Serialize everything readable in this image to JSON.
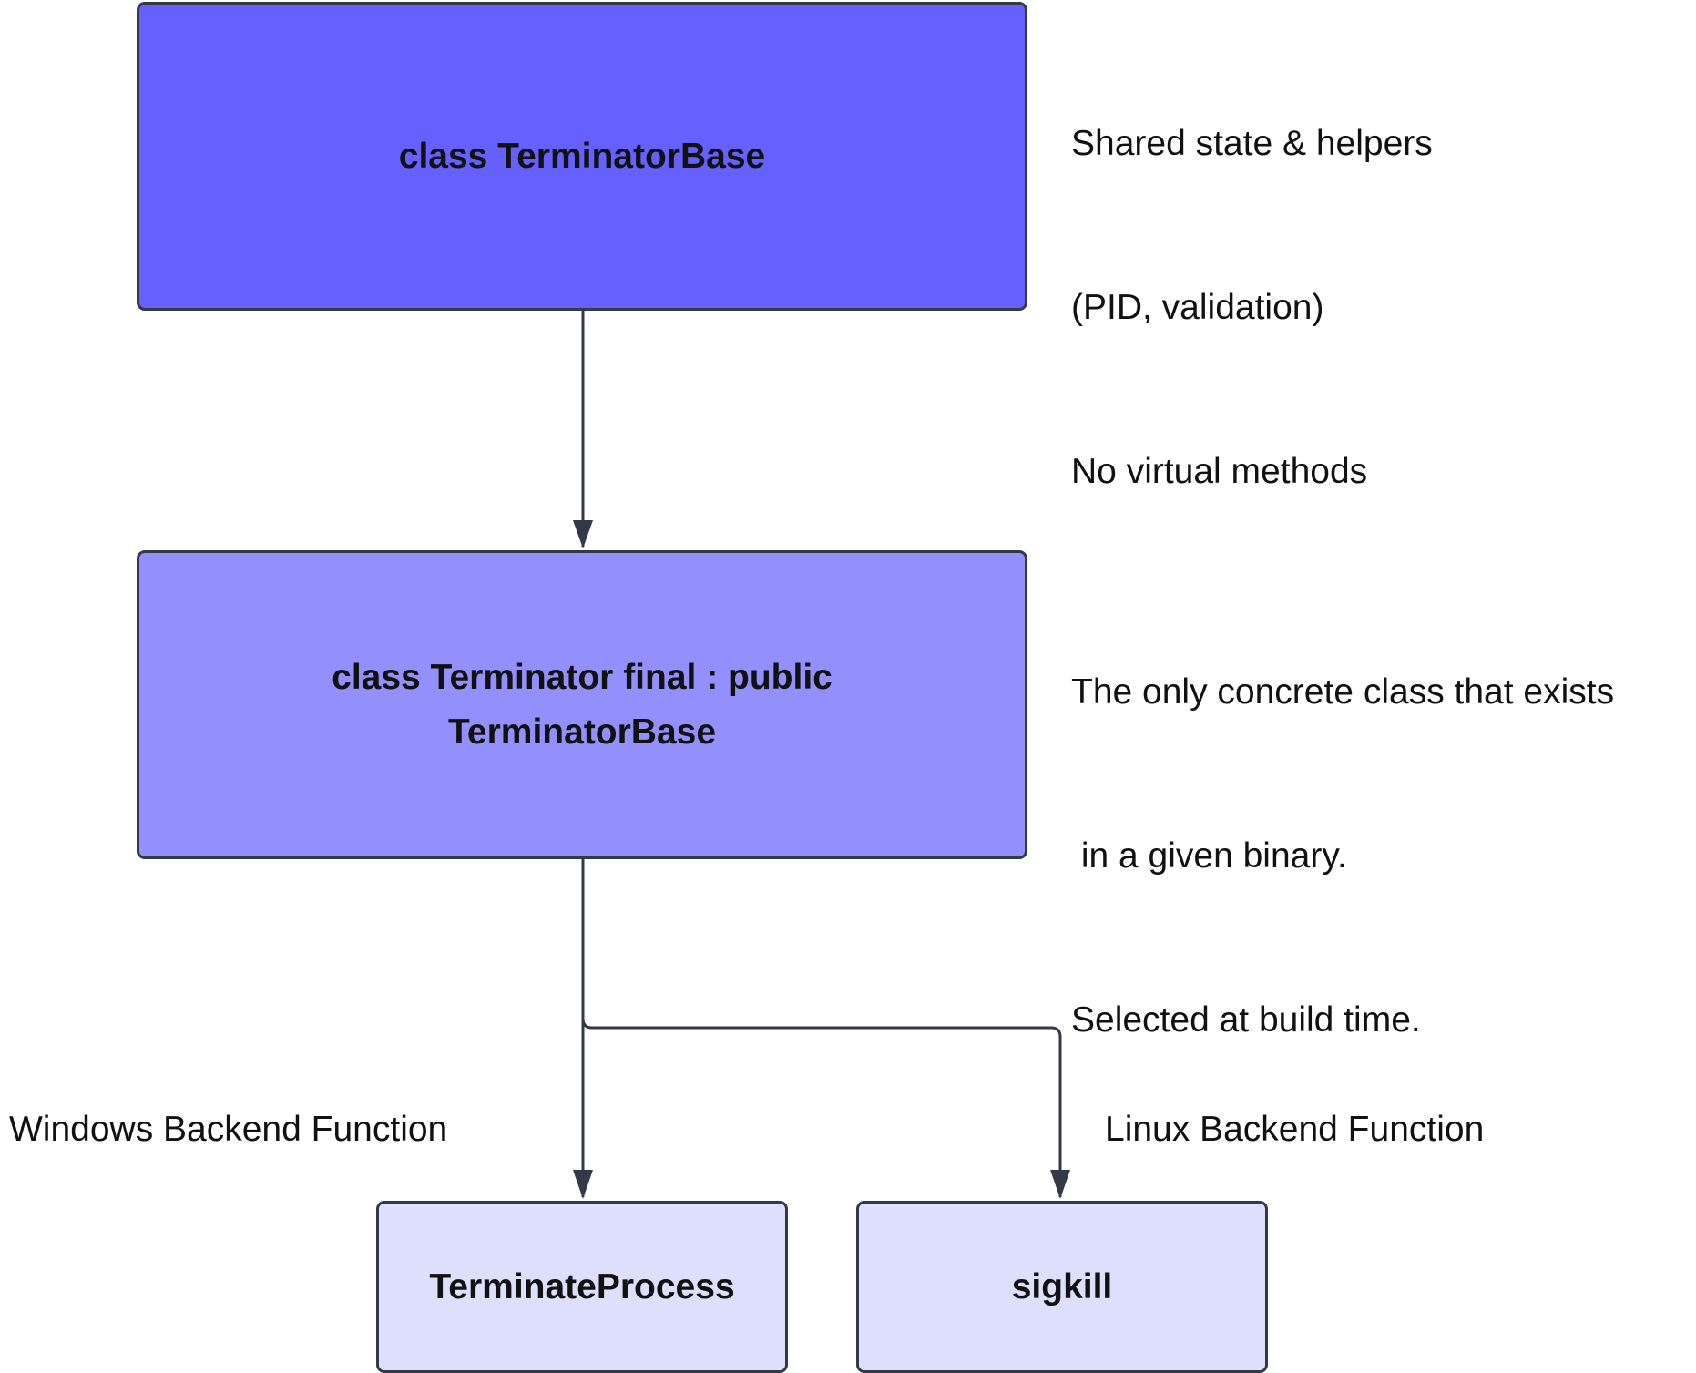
{
  "nodes": {
    "base": {
      "label": "class TerminatorBase",
      "color": "#6660ff"
    },
    "terminator": {
      "label_line1": "class Terminator final : public",
      "label_line2": "TerminatorBase",
      "color": "#938ffd"
    },
    "windows_backend": {
      "label": "TerminateProcess",
      "color": "#dedffc"
    },
    "linux_backend": {
      "label": "sigkill",
      "color": "#dedffc"
    }
  },
  "notes": {
    "base": {
      "line1": "Shared state & helpers",
      "line2": "(PID, validation)",
      "line3": "No virtual methods"
    },
    "terminator": {
      "line1": "The only concrete class that exists",
      "line2": " in a given binary.",
      "line3": "Selected at build time."
    }
  },
  "edges": {
    "windows_label": "Windows Backend Function",
    "linux_label": "Linux Backend Function"
  },
  "colors": {
    "edge": "#333a45",
    "border": "#333a45"
  }
}
